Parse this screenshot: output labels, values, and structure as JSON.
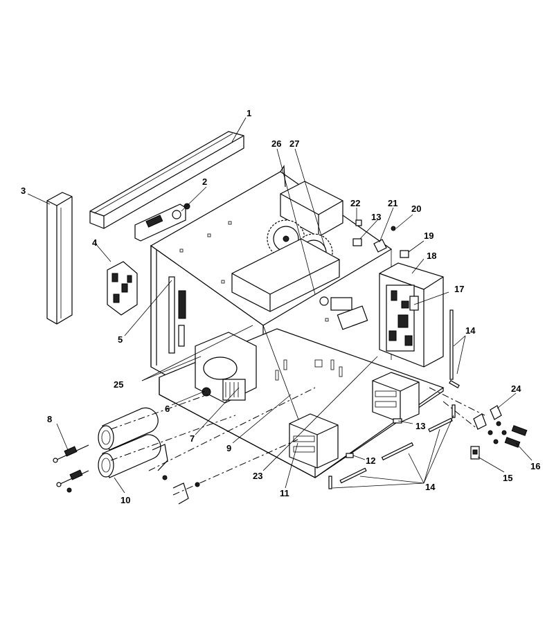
{
  "callouts": {
    "c1": "1",
    "c2": "2",
    "c3": "3",
    "c4": "4",
    "c5": "5",
    "c6": "6",
    "c7": "7",
    "c8": "8",
    "c9": "9",
    "c10": "10",
    "c11": "11",
    "c12": "12",
    "c13a": "13",
    "c13b": "13",
    "c14a": "14",
    "c14b": "14",
    "c15": "15",
    "c16": "16",
    "c17": "17",
    "c18": "18",
    "c19": "19",
    "c20": "20",
    "c21": "21",
    "c22": "22",
    "c23": "23",
    "c24": "24",
    "c25": "25",
    "c26": "26",
    "c27": "27"
  }
}
